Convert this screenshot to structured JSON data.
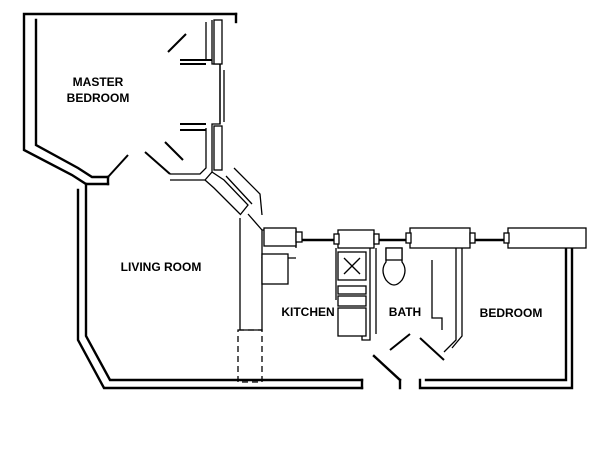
{
  "floorplan": {
    "rooms": [
      {
        "key": "master_bedroom",
        "lines": [
          "MASTER",
          "BEDROOM"
        ]
      },
      {
        "key": "living_room",
        "lines": [
          "LIVING ROOM"
        ]
      },
      {
        "key": "kitchen",
        "lines": [
          "KITCHEN"
        ]
      },
      {
        "key": "bath",
        "lines": [
          "BATH"
        ]
      },
      {
        "key": "bedroom",
        "lines": [
          "BEDROOM"
        ]
      }
    ]
  }
}
